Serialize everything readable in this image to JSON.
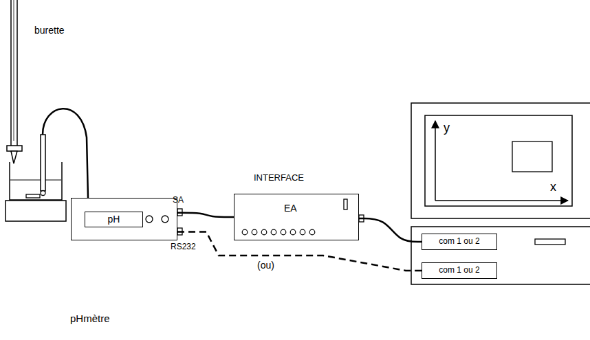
{
  "diagram": {
    "nodes": [
      {
        "text": [
          "pHmètre"
        ]
      },
      {
        "text": [
          "pH"
        ],
        "in": 0
      },
      {
        "text": [
          "INTERFACE",
          "EA"
        ]
      },
      {
        "text": [
          "com 1 ou 2"
        ]
      },
      {
        "text": [
          "com 1 ou 2"
        ]
      }
    ],
    "edges": [
      {
        "from": 0,
        "to": 2,
        "arrow": "none"
      },
      {
        "from": 2,
        "to": 3,
        "arrow": "none"
      },
      {
        "from": 0,
        "to": 4,
        "arrow": "none",
        "label": "(ou)"
      }
    ],
    "labels": [
      "burette",
      "SA",
      "RS232",
      "y",
      "x"
    ]
  }
}
